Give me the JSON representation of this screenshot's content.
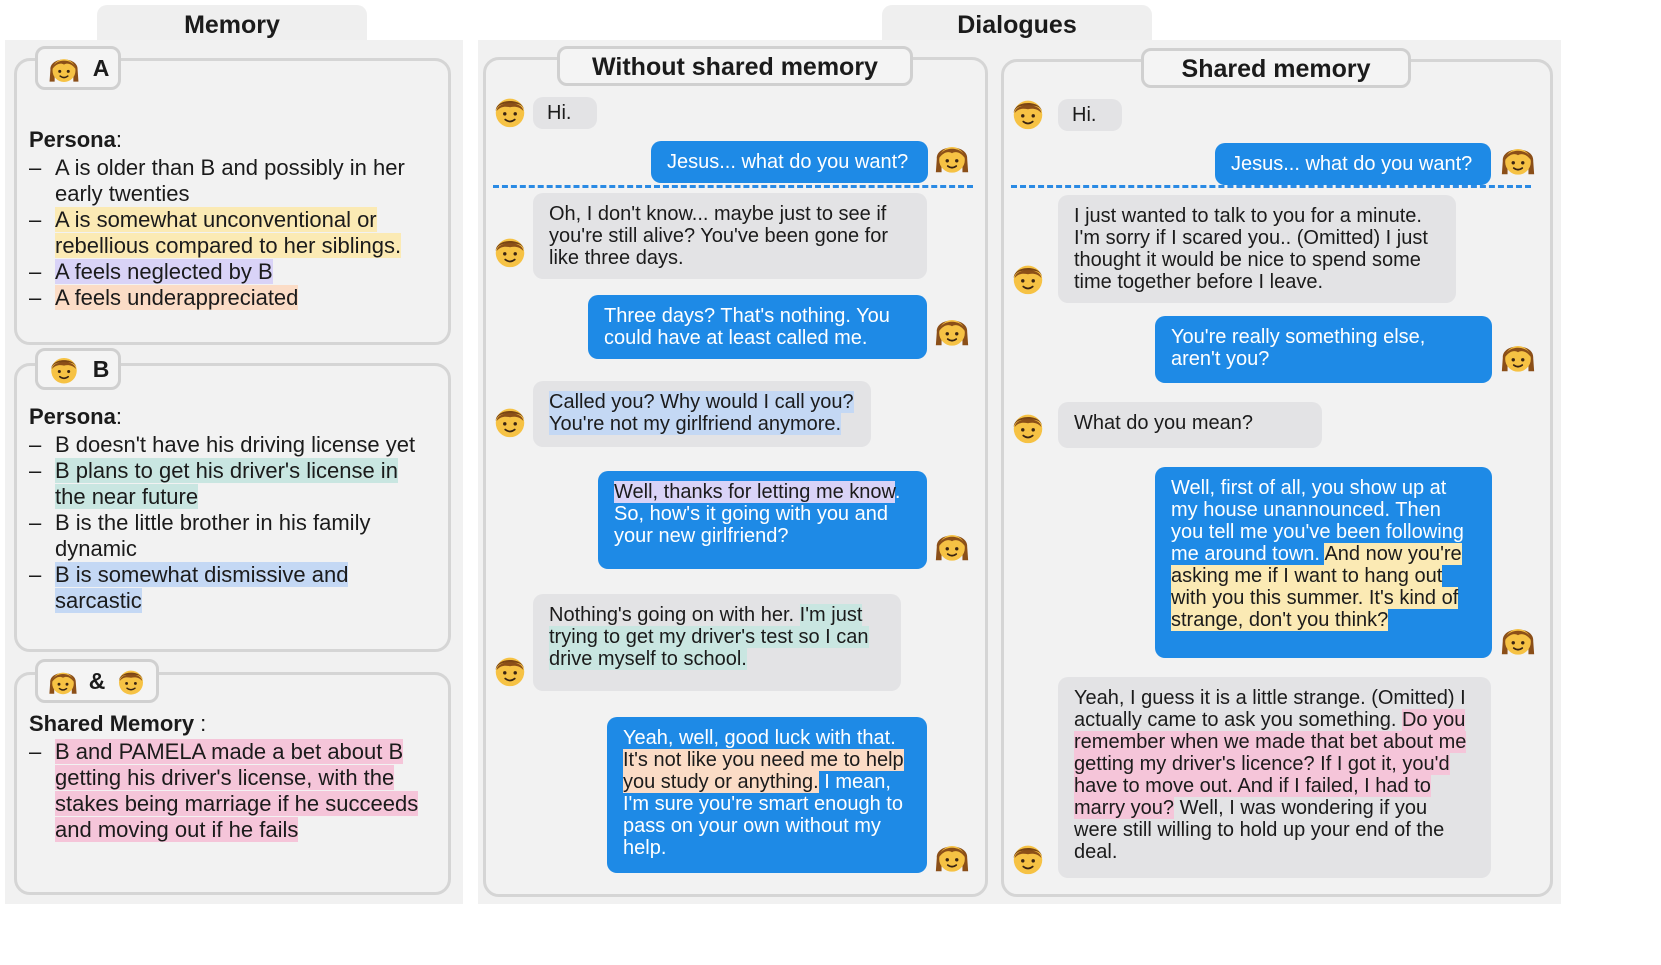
{
  "memory": {
    "title": "Memory",
    "a": {
      "name": "A",
      "persona_label": "Persona",
      "persona_colon": ":",
      "items": [
        {
          "text": "A is older than B and possibly in her early twenties",
          "hl": ""
        },
        {
          "text": "A is somewhat unconventional or rebellious compared to her siblings.",
          "hl": "y"
        },
        {
          "text": "A feels neglected by B",
          "hl": "p"
        },
        {
          "text": "A feels underappreciated",
          "hl": "o"
        }
      ]
    },
    "b": {
      "name": "B",
      "persona_label": "Persona",
      "persona_colon": ":",
      "items": [
        {
          "text": "B doesn't have his driving license yet",
          "hl": ""
        },
        {
          "text": "B plans to get his driver's license in the near future",
          "hl": "t"
        },
        {
          "text": "B is the little brother in his family dynamic",
          "hl": ""
        },
        {
          "text": "B is somewhat dismissive and sarcastic",
          "hl": "b"
        }
      ]
    },
    "shared": {
      "amp": "&",
      "label": "Shared Memory",
      "label_colon": " :",
      "items": [
        {
          "text": "B and PAMELA made a bet about B getting his driver's license, with the stakes being marriage if he succeeds and moving out if he fails",
          "hl": "k"
        }
      ]
    }
  },
  "dialogues": {
    "title": "Dialogues",
    "without": {
      "title": "Without shared memory",
      "messages": [
        {
          "speaker": "B",
          "segments": [
            {
              "t": "Hi.",
              "hl": ""
            }
          ]
        },
        {
          "speaker": "A",
          "segments": [
            {
              "t": "Jesus... what do you want?",
              "hl": ""
            }
          ]
        },
        {
          "speaker": "B",
          "segments": [
            {
              "t": "Oh, I don't know... maybe just to see if you're still alive? You've been gone for like three days.",
              "hl": ""
            }
          ]
        },
        {
          "speaker": "A",
          "segments": [
            {
              "t": "Three days? That's nothing. You could have at least called me.",
              "hl": ""
            }
          ]
        },
        {
          "speaker": "B",
          "segments": [
            {
              "t": "Called you? Why would I call you? You're not my girlfriend anymore.",
              "hl": "b"
            }
          ]
        },
        {
          "speaker": "A",
          "segments": [
            {
              "t": "Well, thanks for letting me know",
              "hl": "p"
            },
            {
              "t": ". So, how's it going with you and your new girlfriend?",
              "hl": ""
            }
          ]
        },
        {
          "speaker": "B",
          "segments": [
            {
              "t": "Nothing's going on with her. ",
              "hl": ""
            },
            {
              "t": "I'm just trying to get my driver's test so I can drive myself to school.",
              "hl": "t"
            }
          ]
        },
        {
          "speaker": "A",
          "segments": [
            {
              "t": "Yeah, well, good luck with that. ",
              "hl": ""
            },
            {
              "t": "It's not like you need me to help you study or anything.",
              "hl": "o"
            },
            {
              "t": " I mean, I'm sure you're smart enough to pass on your own without my help.",
              "hl": ""
            }
          ]
        }
      ]
    },
    "shared": {
      "title": "Shared memory",
      "messages": [
        {
          "speaker": "B",
          "segments": [
            {
              "t": "Hi.",
              "hl": ""
            }
          ]
        },
        {
          "speaker": "A",
          "segments": [
            {
              "t": "Jesus... what do you want?",
              "hl": ""
            }
          ]
        },
        {
          "speaker": "B",
          "segments": [
            {
              "t": "I just wanted to talk to you for a minute. I'm sorry if I scared you.. (Omitted) I just thought it would be nice to spend some time together before I leave.",
              "hl": ""
            }
          ]
        },
        {
          "speaker": "A",
          "segments": [
            {
              "t": "You're really something else, aren't you?",
              "hl": ""
            }
          ]
        },
        {
          "speaker": "B",
          "segments": [
            {
              "t": "What do you mean?",
              "hl": ""
            }
          ]
        },
        {
          "speaker": "A",
          "segments": [
            {
              "t": "Well, first of all, you show up at my house unannounced. Then you tell me you've been following me around town. ",
              "hl": ""
            },
            {
              "t": "And now you're asking me if I want to hang out with you this summer. It's kind of strange, don't you think?",
              "hl": "y"
            }
          ]
        },
        {
          "speaker": "B",
          "segments": [
            {
              "t": "Yeah, I guess it is a little strange. (Omitted) I actually came to ask you something. ",
              "hl": ""
            },
            {
              "t": "Do you remember when we made that bet about me getting my driver's licence? If I got it, you'd have to move out. And if I failed, I had to marry you?",
              "hl": "k"
            },
            {
              "t": " Well, I was wondering if you were still willing to hold up your end of the deal.",
              "hl": ""
            }
          ]
        }
      ]
    }
  }
}
